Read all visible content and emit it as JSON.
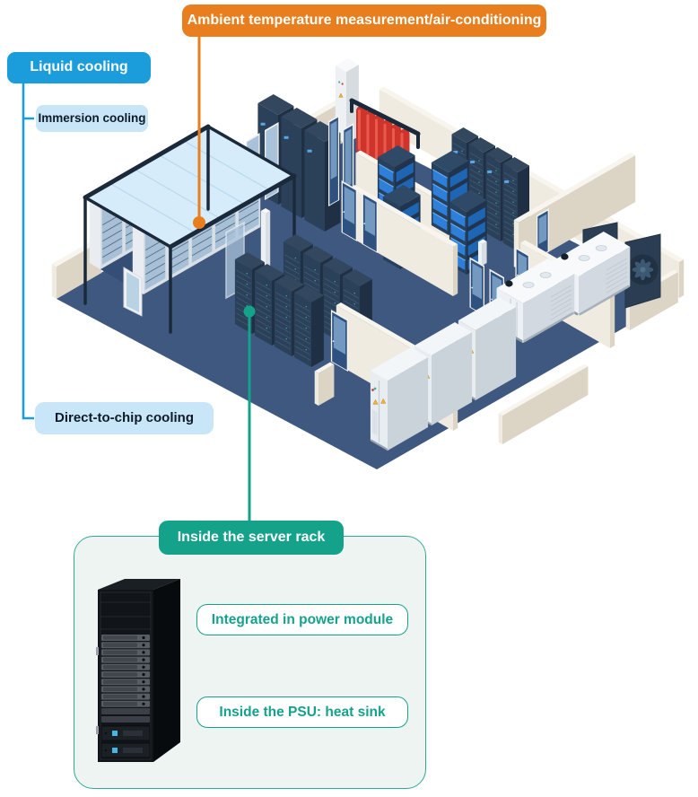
{
  "callouts": {
    "ambient": {
      "label": "Ambient temperature measurement/air-conditioning"
    },
    "liquid": {
      "label": "Liquid cooling"
    },
    "immersion": {
      "label": "Immersion cooling"
    },
    "direct_to_chip": {
      "label": "Direct-to-chip cooling"
    },
    "inside_rack": {
      "label": "Inside the server rack"
    },
    "power_module": {
      "label": "Integrated in power module"
    },
    "psu_heatsink": {
      "label": "Inside the PSU: heat sink"
    }
  },
  "colors": {
    "orange": "#E87E1E",
    "blue": "#1C9DDB",
    "light_blue": "#C8E6F8",
    "dark_navy_text": "#0E1B29",
    "teal": "#15A28B",
    "panel_bg": "#EDF4F1",
    "panel_border": "#2FAA96",
    "floor": "#3E5880",
    "floor_shadow": "#344E75",
    "wall_face": "#F0EBE1",
    "wall_side": "#DCD4C5",
    "wall_top": "#F8F5EE",
    "cabinet_dark": "#1F3044",
    "cabinet_mid": "#2B4059",
    "cabinet_top": "#33485F",
    "battery_blue": "#2E7FD9",
    "battery_side": "#1E66B4",
    "red": "#CE342B",
    "glass": "#A9C2DA",
    "door_navy": "#2E5180",
    "door_glass": "#7FA6CB",
    "roof_blue": "#D7ECFA",
    "frame_dark": "#1B2A3A",
    "equip_white": "#EDF1F5",
    "equip_white_dark": "#D2D9E0",
    "equip_white_top": "#F7F9FB",
    "warning": "#F2B236"
  },
  "illustration": {
    "elements": [
      "data-center-floor",
      "cold-aisle-containment",
      "server-cabinets",
      "fire-suppression-cylinders",
      "ups-battery-racks",
      "diesel-generators",
      "cooling-fans",
      "switchgear-cabinets",
      "glass-doors",
      "server-rack"
    ]
  }
}
